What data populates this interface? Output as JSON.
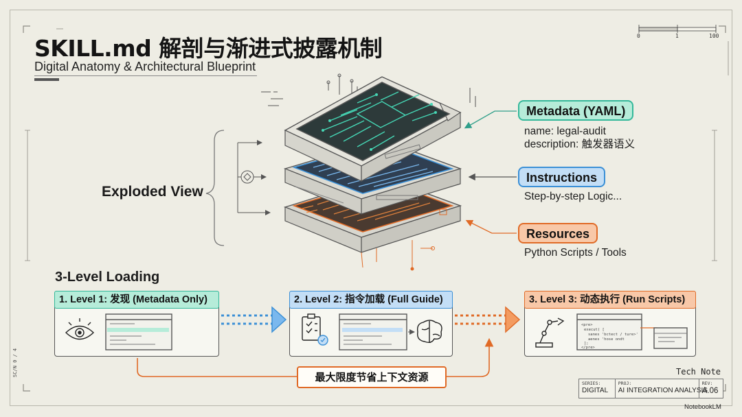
{
  "header": {
    "title": "SKILL.md 解剖与渐进式披露机制",
    "subtitle": "Digital Anatomy & Architectural Blueprint"
  },
  "scale": {
    "ticks": [
      "0",
      "1",
      "100"
    ]
  },
  "diagram": {
    "exploded_label": "Exploded View",
    "layers": [
      {
        "label": "Metadata (YAML)",
        "lines": [
          "name: legal-audit",
          "description: 触发器语义"
        ],
        "color": "#34b89a"
      },
      {
        "label": "Instructions",
        "lines": [
          "Step-by-step Logic..."
        ],
        "color": "#3a8fd6"
      },
      {
        "label": "Resources",
        "lines": [
          "Python Scripts / Tools"
        ],
        "color": "#e06a26"
      }
    ]
  },
  "loading": {
    "title": "3-Level Loading",
    "levels": [
      {
        "label": "1. Level 1: 发现 (Metadata Only)",
        "icons": [
          "eye-icon",
          "window-icon"
        ]
      },
      {
        "label": "2. Level 2: 指令加载 (Full Guide)",
        "icons": [
          "clipboard-check-icon",
          "window-icon",
          "brain-icon"
        ]
      },
      {
        "label": "3. Level 3: 动态执行 (Run Scripts)",
        "icons": [
          "robot-arm-icon",
          "code-window-icon",
          "terminal-icon"
        ]
      }
    ],
    "code_snippet": [
      "<pre>",
      "execut( [",
      "sanes 'bctect / ture>'",
      "aenes 'hose ondt",
      "];",
      "</pre>"
    ],
    "footer_note": "最大限度节省上下文资源"
  },
  "title_block": {
    "tech_note": "Tech Note",
    "series_label": "SERIES:",
    "series_value": "DIGITAL",
    "proj_label": "PROJ:",
    "proj_value": "AI INTEGRATION ANALYSIS",
    "rev_label": "REV:",
    "rev_value": "A.06"
  },
  "brand": "NotebookLM",
  "side_code": "SC/N 0 / 4"
}
